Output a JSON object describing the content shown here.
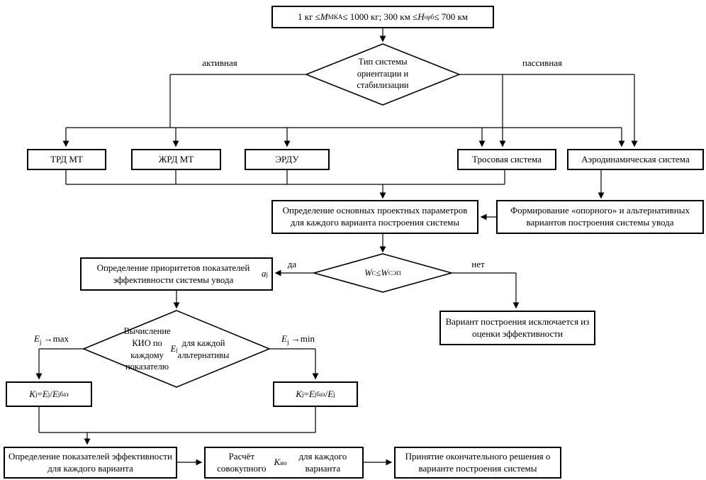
{
  "diagram": {
    "top_box": "1 кг ≤ {M}_{МКА} ≤ 1000 кг; 300 км ≤ {H}_{орб} ≤ 700 км",
    "diamond_orientation": "Тип системы ориентации и стабилизации",
    "branch_active": "активная",
    "branch_passive": "пассивная",
    "box_trd": "ТРД МТ",
    "box_zhrd": "ЖРД МТ",
    "box_erdu": "ЭРДУ",
    "box_tros": "Тросовая система",
    "box_aero": "Аэродинамическая система",
    "box_params": "Определение основных проектных параметров для каждого варианта построения системы",
    "box_forming": "Формирование «опорного» и альтернативных вариантов построения системы увода",
    "diamond_w": "{W}_{С} ≤ {W}_{СЭП}",
    "label_yes": "да",
    "label_no": "нет",
    "box_priorities": "Определение приоритетов показателей эффективности системы увода {a}_{j}",
    "box_excluded": "Вариант построения исключается из оценки эффективности",
    "diamond_kio": "Вычисление КИО по каждому показателю {E}_{j} для каждой альтернативы",
    "label_max": "{E}_{j} →max",
    "label_min": "{E}_{j} →min",
    "box_kj_max": "{K}_{j} = {E}_{j} /{E}_{jбаз}",
    "box_kj_min": "{K}_{j} = {E}_{jбаз} /{E}_{j}",
    "box_indicators": "Определение показателей эффективности для каждого варианта",
    "box_calc": "Расчёт совокупного {K}_{ио} для каждого варианта",
    "box_decision": "Принятие окончательного решения о варианте построения системы"
  }
}
